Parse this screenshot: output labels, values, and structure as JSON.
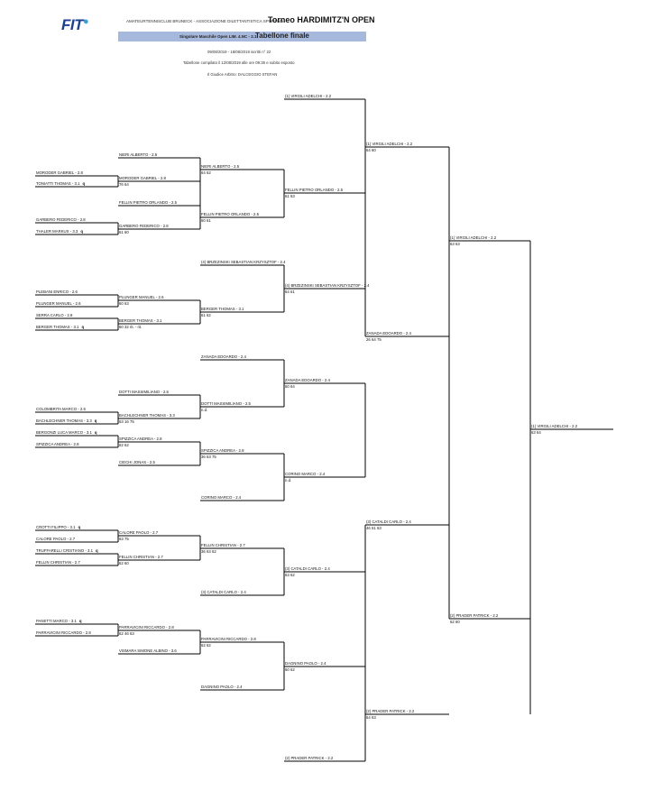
{
  "header": {
    "logo": "FIT",
    "club": "AMATEURTENNISCLUB BRUNECK - ASSOCIAZIONE DILETTANTISTICA SPORTIVA -",
    "title": "Torneo HARDIMITZ'N OPEN",
    "band_left": "Singolare Maschile Open LIM. 4.NC - 2.1",
    "band_right": "Tabellone finale",
    "dates": "09/08/2019 - 18/08/2019   iscritti n° 22",
    "compiled": "Tabellone compilato il 12/08/2019 alle ore 09:36 e subito esposto",
    "referee": "Il Giudice Arbitro: DALCEGGIO STEFAN"
  },
  "line_color": "#000000",
  "entries": [
    {
      "name": "(1) VIRGILI ADELCHI - 2.2"
    },
    {
      "name": "(1) VIRGILI ADELCHI - 2.2",
      "score": "64 60"
    },
    {
      "name": "NIERI ALBERTO - 2.5"
    },
    {
      "name": "NIERI ALBERTO - 2.5",
      "score": "64 62"
    },
    {
      "name": "MORODER GABRIEL - 2.8"
    },
    {
      "name": "MORODER GABRIEL - 2.8",
      "score": "76 64"
    },
    {
      "name": "TONIATTI THOMAS - 3.1",
      "q": "q"
    },
    {
      "name": "FELLIN PIETRO ORLANDO - 2.5",
      "score": "61 63"
    },
    {
      "name": "FELLIN PIETRO ORLANDO - 2.5"
    },
    {
      "name": "FELLIN PIETRO ORLANDO - 2.5",
      "score": "60 61"
    },
    {
      "name": "GARBERO FEDERICO - 2.8"
    },
    {
      "name": "GARBERO FEDERICO - 2.8",
      "score": "61 60"
    },
    {
      "name": "THALER MARKUS - 3.3",
      "q": "q"
    },
    {
      "name": "(1) VIRGILI ADELCHI - 2.2",
      "score": "63 63"
    },
    {
      "name": "(4) BRZEZINSKI SEBASTIAN KRZYSZTOF - 2.4"
    },
    {
      "name": "(4) BRZEZINSKI SEBASTIAN KRZYSZTOF - 2.4",
      "score": "64 61"
    },
    {
      "name": "PLEBANI ENRICO - 2.6"
    },
    {
      "name": "PLUNGER MANUEL - 2.6",
      "score": "60 63"
    },
    {
      "name": "PLUNGER MANUEL - 2.6"
    },
    {
      "name": "BERGER THOMAS - 3.1",
      "score": "61 62"
    },
    {
      "name": "SERRA CARLO - 2.8"
    },
    {
      "name": "BERGER THOMAS - 3.1",
      "score": "60 32 rit. - rit."
    },
    {
      "name": "BERGER THOMAS - 3.1",
      "q": "q"
    },
    {
      "name": "ZANADA EDOARDO - 2.4",
      "score": "26 64 75"
    },
    {
      "name": "ZANADA EDOARDO - 2.4"
    },
    {
      "name": "ZANADA EDOARDO - 2.4",
      "score": "60 64"
    },
    {
      "name": "DOTTI MASSIMILIANO - 2.5"
    },
    {
      "name": "DOTTI MASSIMILIANO - 2.5",
      "score": "n.d."
    },
    {
      "name": "COLOMBRITA MARCO - 2.6"
    },
    {
      "name": "BACHLECHNER THOMAS - 3.3",
      "score": "63 16 75"
    },
    {
      "name": "BACHLECHNER THOMAS - 3.3",
      "q": "q"
    },
    {
      "name": "(1) VIRGILI ADELCHI - 2.2",
      "score": "63 64"
    },
    {
      "name": "BERGONZI LUCA MARCO - 3.1",
      "q": "q"
    },
    {
      "name": "SPIZZICA ANDREA - 2.8",
      "score": "62 62"
    },
    {
      "name": "SPIZZICA ANDREA - 2.8"
    },
    {
      "name": "SPIZZICA ANDREA - 2.8",
      "score": "36 63 75"
    },
    {
      "name": "CIECHI JONAS - 2.5"
    },
    {
      "name": "CORINO MARCO - 2.4",
      "score": "n.d."
    },
    {
      "name": "CORINO MARCO - 2.4"
    },
    {
      "name": "(3) CATALDI CARLO - 2.4",
      "score": "46 61 63"
    },
    {
      "name": "CROTTI FILIPPO - 3.1",
      "q": "q"
    },
    {
      "name": "CALORE PAOLO - 2.7",
      "score": "63 75"
    },
    {
      "name": "CALORE PAOLO - 2.7"
    },
    {
      "name": "FELLIN CHRISTIAN - 2.7",
      "score": "36 63 62"
    },
    {
      "name": "TRUFFARELLI CRISTIANO - 3.1",
      "q": "q"
    },
    {
      "name": "FELLIN CHRISTIAN - 2.7",
      "score": "62 60"
    },
    {
      "name": "FELLIN CHRISTIAN - 2.7"
    },
    {
      "name": "(3) CATALDI CARLO - 2.4",
      "score": "63 62"
    },
    {
      "name": "(3) CATALDI CARLO - 2.4"
    },
    {
      "name": "(2) PRADER PATRICK - 2.2",
      "score": "62 60"
    },
    {
      "name": "PANETTI MARCO - 3.1",
      "q": "q"
    },
    {
      "name": "PARRAVICINI RICCARDO - 2.8",
      "score": "62 46 63"
    },
    {
      "name": "PARRAVICINI RICCARDO - 2.8"
    },
    {
      "name": "PARRAVICINI RICCARDO - 2.8",
      "score": "62 62"
    },
    {
      "name": "VISMARA SIMONE ALBINO - 3.6"
    },
    {
      "name": "DAGNINO PAOLO - 2.4",
      "score": "60 62"
    },
    {
      "name": "DAGNINO PAOLO - 2.4"
    },
    {
      "name": "(2) PRADER PATRICK - 2.2",
      "score": "64 63"
    },
    {
      "name": "(2) PRADER PATRICK - 2.2"
    }
  ]
}
